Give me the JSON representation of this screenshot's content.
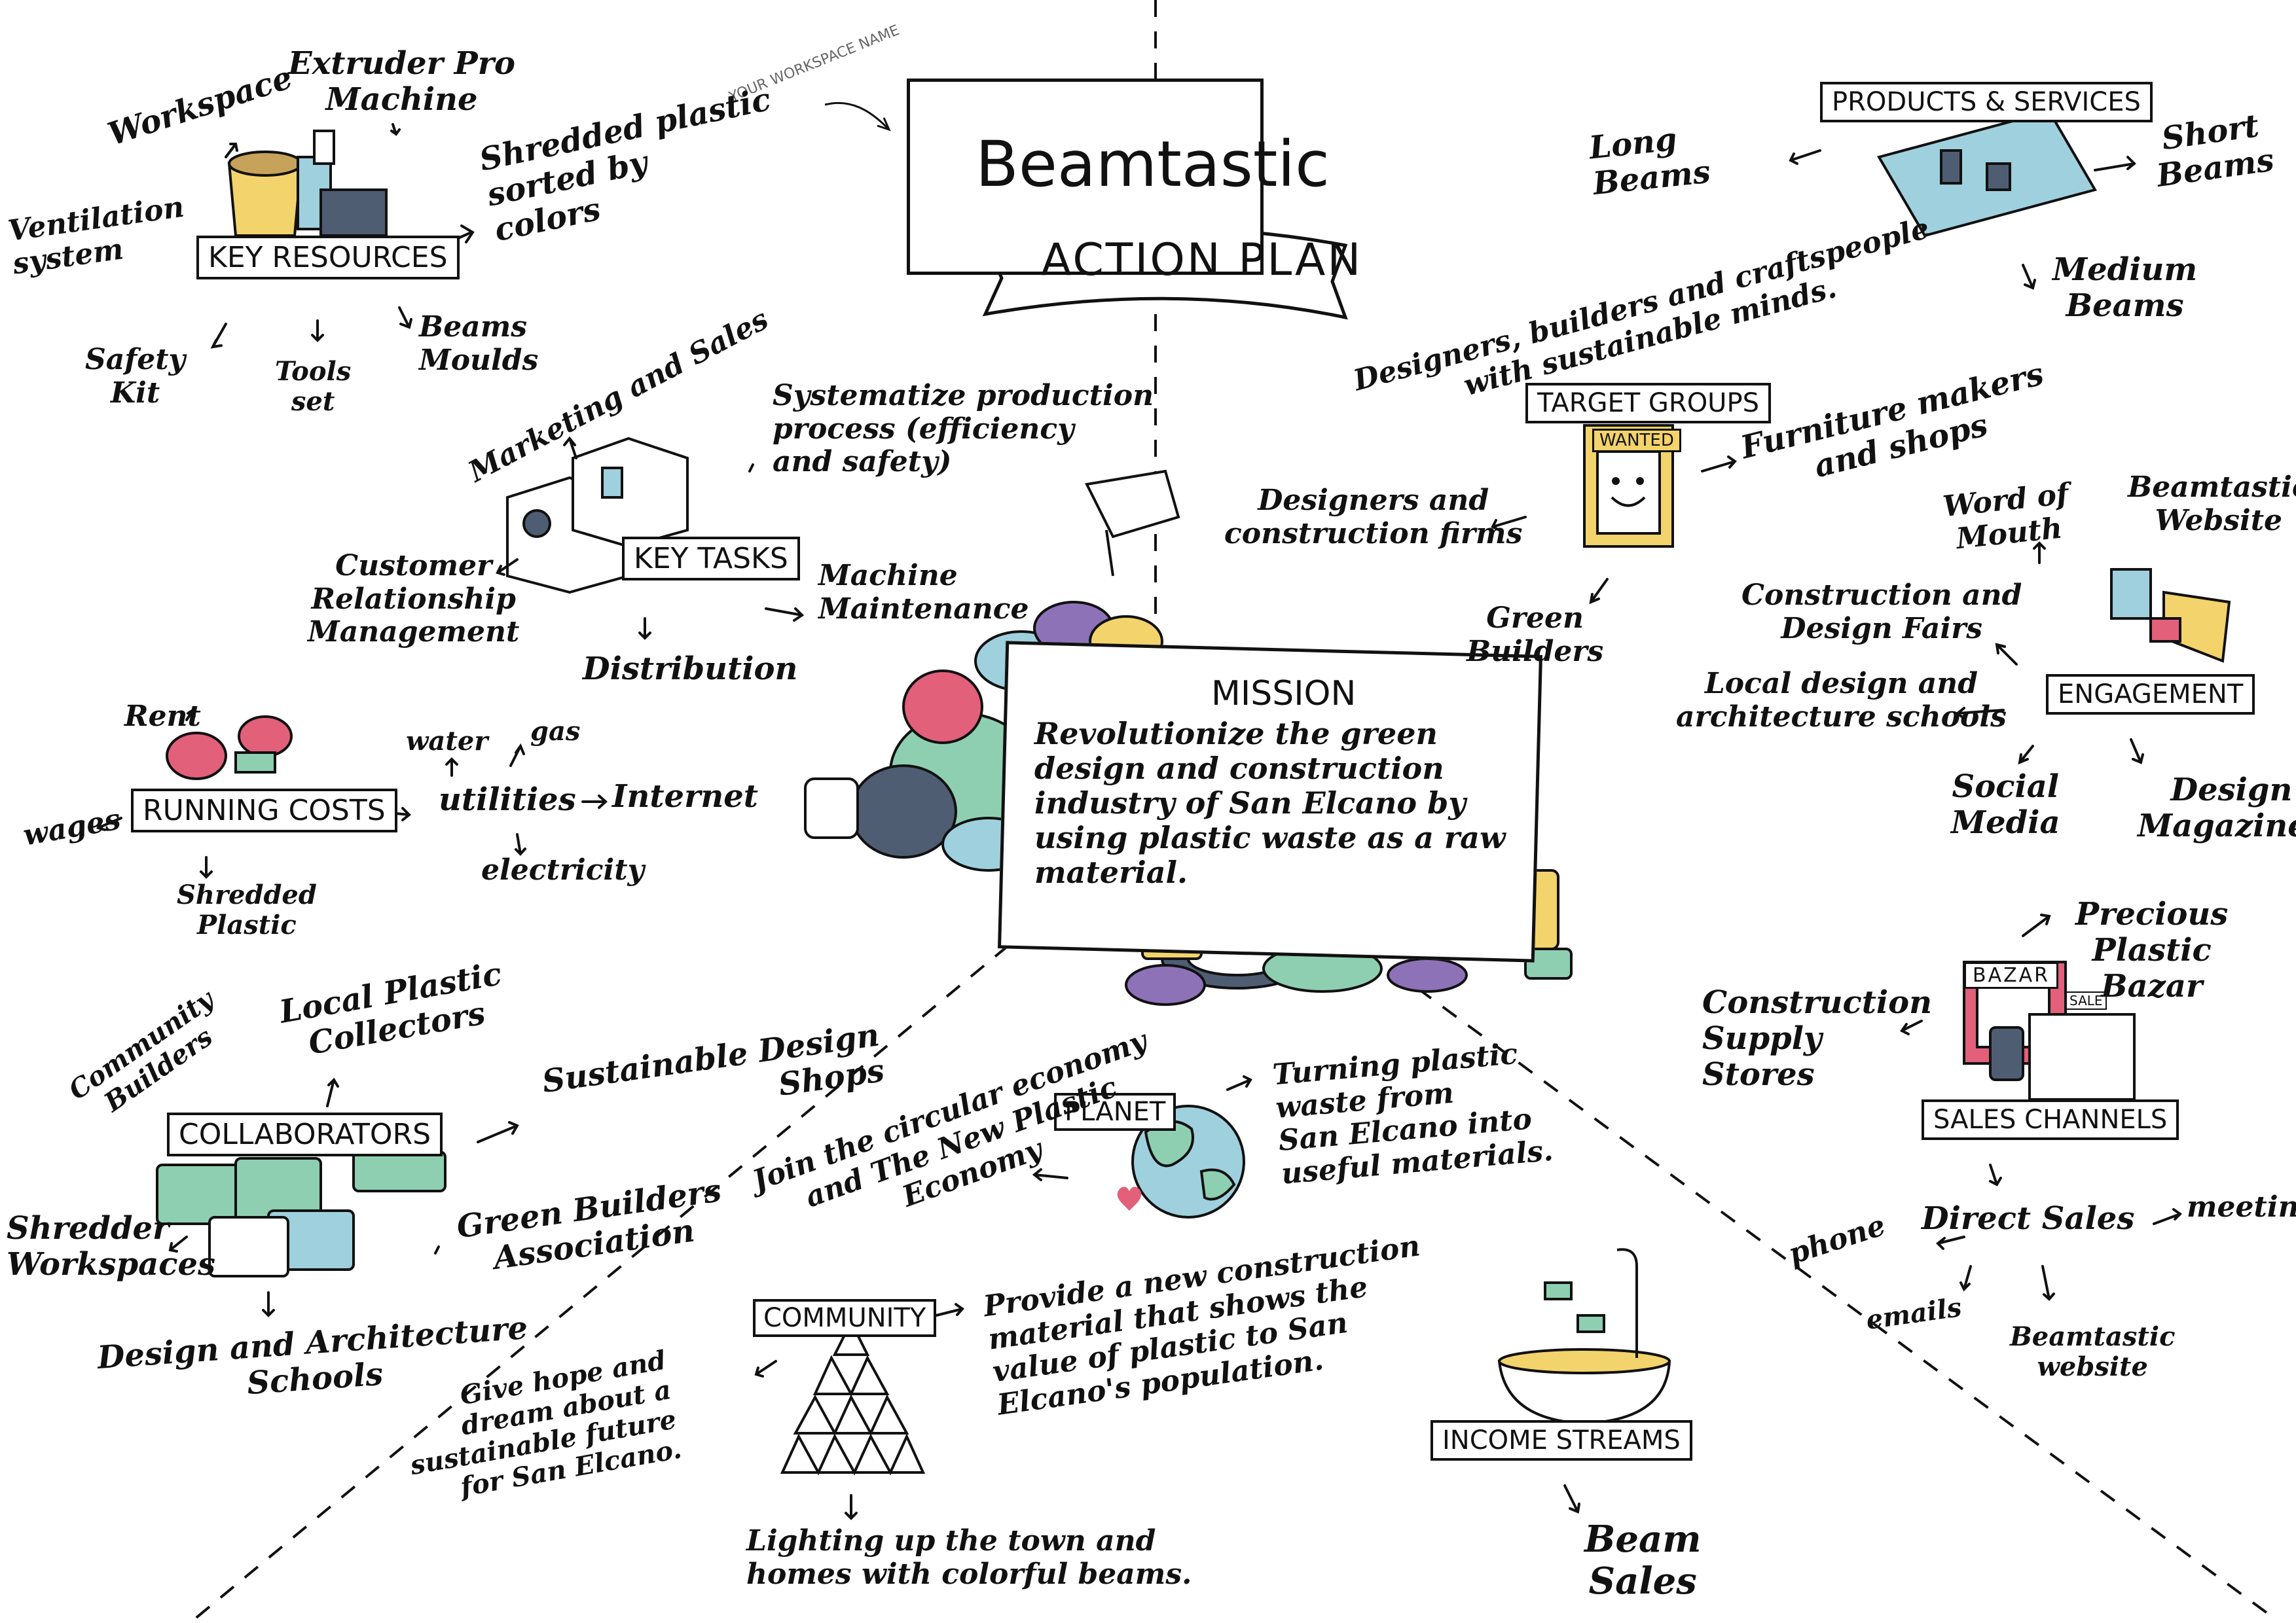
{
  "header": {
    "workspace_hint": "YOUR WORKSPACE NAME",
    "title": "Beamtastic",
    "subtitle": "ACTION PLAN"
  },
  "mission": {
    "label": "MISSION",
    "text": "Revolutionize the green design and construction industry of San Elcano by using plastic waste as a raw material."
  },
  "key_resources": {
    "label": "KEY RESOURCES",
    "workspace": "Workspace",
    "extruder": "Extruder Pro\nMachine",
    "shredded": "Shredded plastic\nsorted by\ncolors",
    "ventilation": "Ventilation\nsystem",
    "safety": "Safety\nKit",
    "tools": "Tools\nset",
    "moulds": "Beams\nMoulds"
  },
  "key_tasks": {
    "label": "KEY TASKS",
    "marketing": "Marketing and Sales",
    "systematize": "Systematize production\nprocess (efficiency\nand safety)",
    "crm": "Customer\nRelationship\nManagement",
    "maintenance": "Machine\nMaintenance",
    "distribution": "Distribution"
  },
  "running_costs": {
    "label": "RUNNING COSTS",
    "rent": "Rent",
    "wages": "wages",
    "shredded": "Shredded\nPlastic",
    "utilities": "utilities",
    "water": "water",
    "gas": "gas",
    "internet": "Internet",
    "electricity": "electricity"
  },
  "collaborators": {
    "label": "COLLABORATORS",
    "community_builders": "Community\nBuilders",
    "local_collectors": "Local Plastic\nCollectors",
    "design_shops": "Sustainable Design\nShops",
    "green_assoc": "Green Builders\nAssociation",
    "shredder": "Shredder\nWorkspaces",
    "schools": "Design and Architecture\nSchools"
  },
  "products_services": {
    "label": "PRODUCTS & SERVICES",
    "long": "Long\nBeams",
    "short": "Short\nBeams",
    "medium": "Medium\nBeams"
  },
  "target_groups": {
    "label": "TARGET GROUPS",
    "wanted": "WANTED",
    "designers_builders": "Designers, builders and craftspeople\nwith sustainable minds.",
    "furniture": "Furniture makers\nand shops",
    "firms": "Designers and\nconstruction firms",
    "green": "Green\nBuilders"
  },
  "engagement": {
    "label": "ENGAGEMENT",
    "word_of_mouth": "Word of\nMouth",
    "website": "Beamtastic\nWebsite",
    "fairs": "Construction and\nDesign Fairs",
    "local_schools": "Local design and\narchitecture schools",
    "social": "Social\nMedia",
    "magazines": "Design\nMagazines"
  },
  "sales_channels": {
    "label": "SALES CHANNELS",
    "bazar_sign": "BAZAR",
    "sale_tag": "SALE",
    "precious": "Precious\nPlastic\nBazar",
    "supply": "Construction\nSupply\nStores",
    "direct": "Direct Sales",
    "phone": "phone",
    "meetings": "meetings",
    "emails": "emails",
    "website": "Beamtastic\nwebsite"
  },
  "planet": {
    "label": "PLANET",
    "turning": "Turning plastic\nwaste from\nSan Elcano into\nuseful materials.",
    "circular": "Join the circular economy\nand The New Plastic\nEconomy"
  },
  "community": {
    "label": "COMMUNITY",
    "provide": "Provide a new construction\nmaterial that shows the\nvalue of plastic to San\nElcano's population.",
    "hope": "Give hope and\ndream about a\nsustainable future\nfor San Elcano.",
    "lighting": "Lighting up the town and\nhomes with colorful beams."
  },
  "income_streams": {
    "label": "INCOME STREAMS",
    "beam_sales": "Beam\nSales"
  },
  "colors": {
    "ink": "#111111",
    "mint": "#8fcfb1",
    "pink": "#e2607a",
    "yellow": "#f3d36b",
    "blue": "#9fd0dd",
    "slate": "#4f5d73",
    "purple": "#8d72b8"
  }
}
